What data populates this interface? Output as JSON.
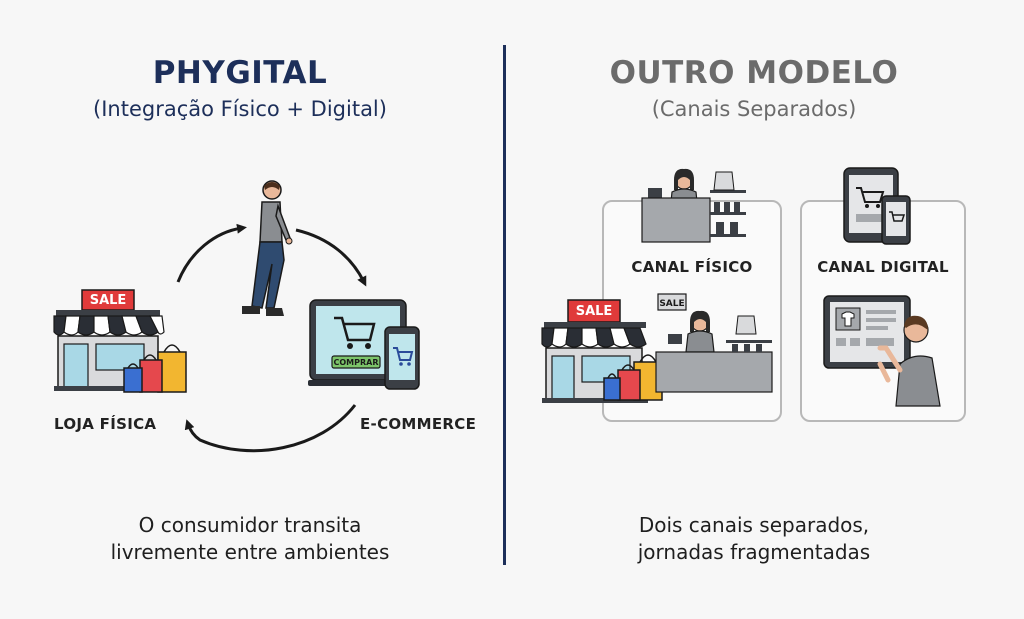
{
  "left": {
    "title": "PHYGITAL",
    "subtitle": "(Integração Físico + Digital)",
    "store_label": "LOJA FÍSICA",
    "ecommerce_label": "E-COMMERCE",
    "store_sign": "SALE",
    "buy_button": "COMPRAR",
    "caption_line1": "O consumidor transita",
    "caption_line2": "livremente entre ambientes"
  },
  "right": {
    "title": "OUTRO MODELO",
    "subtitle": "(Canais Separados)",
    "physical_label": "CANAL FÍSICO",
    "digital_label": "CANAL DIGITAL",
    "store_sign": "SALE",
    "counter_sign": "SALE",
    "caption_line1": "Dois canais separados,",
    "caption_line2": "jornadas fragmentadas"
  },
  "colors": {
    "navy": "#1d2f5a",
    "gray_title": "#6b6b6b",
    "sale_red": "#e03a3a",
    "screen_teal": "#bfe6ec",
    "bag_blue": "#3a6fd1",
    "bag_red": "#e5484d",
    "bag_yellow": "#f2b630"
  },
  "icons": [
    "storefront-icon",
    "walking-person-icon",
    "laptop-cart-icon",
    "smartphone-cart-icon",
    "shopping-bags-icon",
    "cashier-icon",
    "tablet-cart-icon",
    "touchscreen-shopper-icon",
    "cycle-arrow-icon"
  ]
}
